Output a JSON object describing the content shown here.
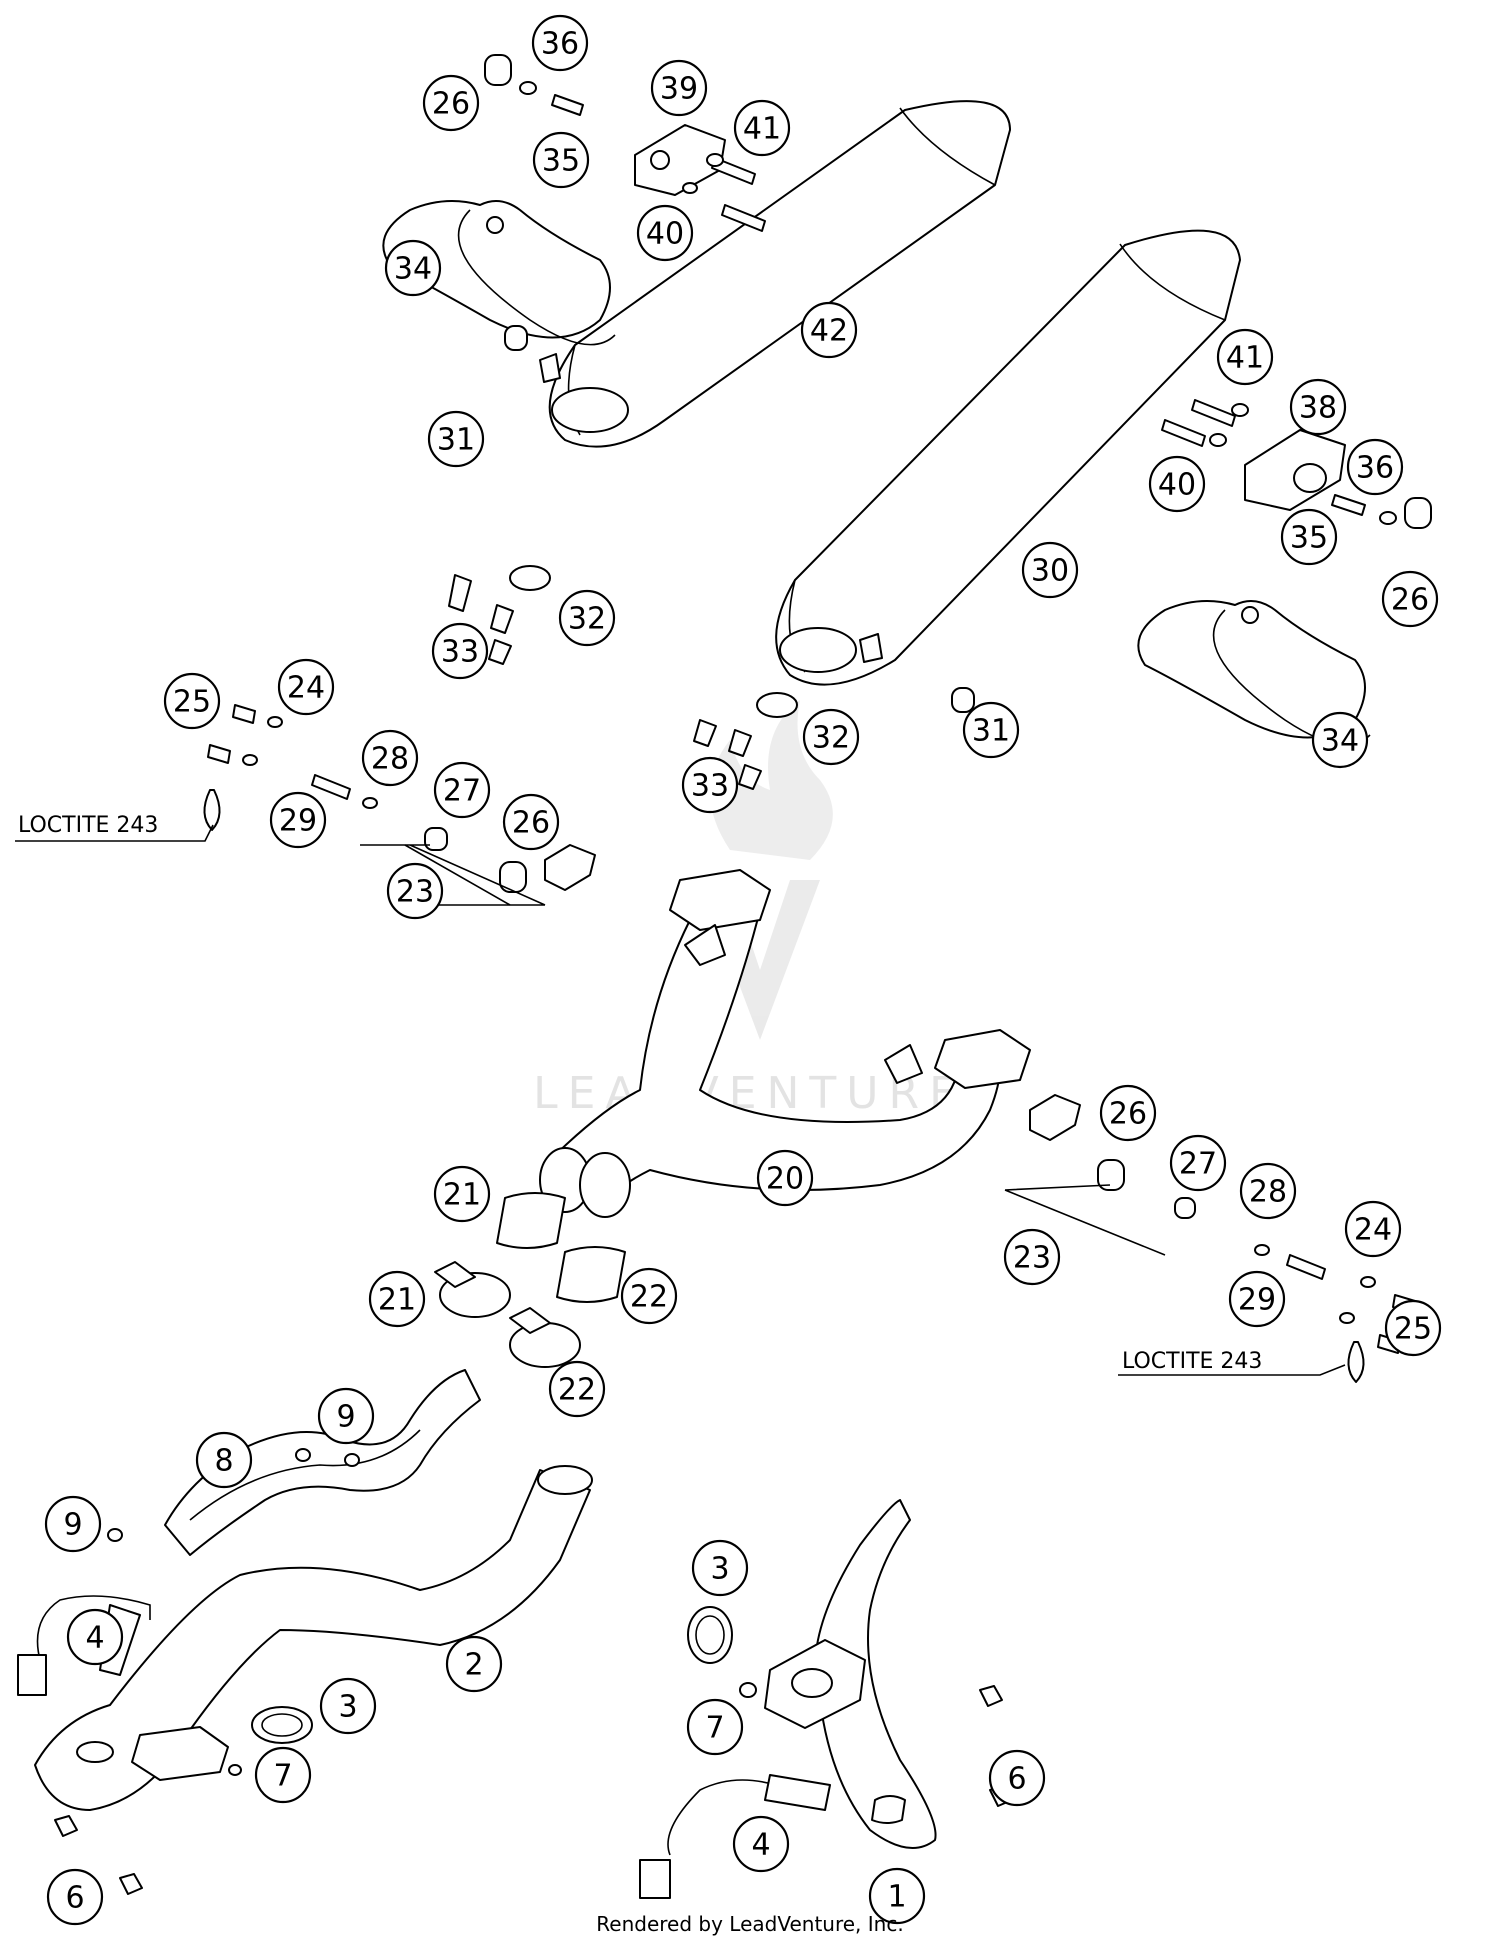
{
  "watermark": "LEADVENTURE",
  "footer": "Rendered by LeadVenture, Inc.",
  "notes": [
    "LOCTITE 243",
    "LOCTITE 243"
  ],
  "callouts": [
    "36",
    "26",
    "35",
    "39",
    "41",
    "40",
    "34",
    "31",
    "42",
    "32",
    "33",
    "41",
    "38",
    "40",
    "36",
    "35",
    "26",
    "30",
    "34",
    "32",
    "31",
    "33",
    "25",
    "24",
    "28",
    "29",
    "27",
    "26",
    "23",
    "20",
    "26",
    "27",
    "23",
    "28",
    "24",
    "29",
    "25",
    "21",
    "22",
    "21",
    "22",
    "9",
    "8",
    "9",
    "4",
    "2",
    "3",
    "7",
    "6",
    "3",
    "7",
    "6",
    "4",
    "1"
  ],
  "colors": {
    "line": "#000000",
    "watermark": "#d8d8d8"
  }
}
